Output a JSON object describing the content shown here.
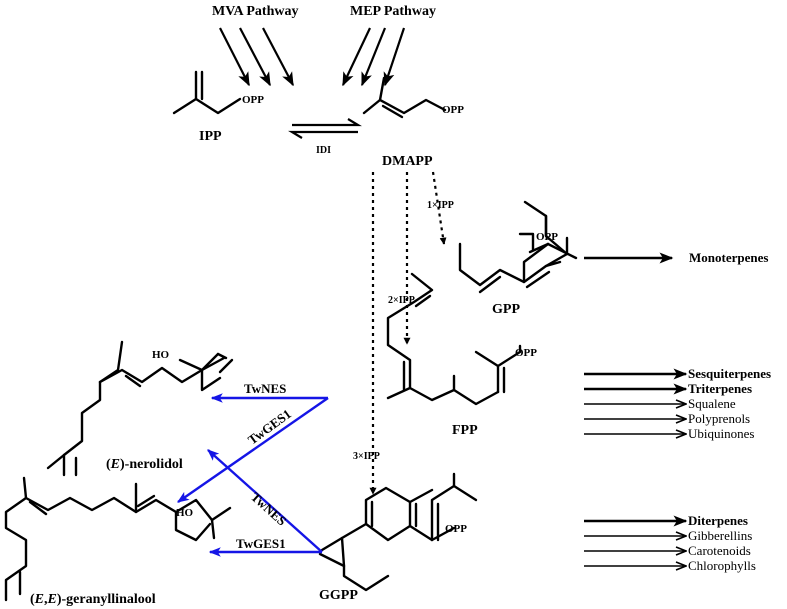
{
  "pathways": {
    "mva": "MVA Pathway",
    "mep": "MEP Pathway"
  },
  "compounds": {
    "ipp": "IPP",
    "dmapp": "DMAPP",
    "gpp": "GPP",
    "fpp": "FPP",
    "ggpp": "GGPP",
    "opp": "OPP",
    "ho": "HO",
    "nerolidol_prefix": "(",
    "nerolidol_italic": "E",
    "nerolidol_suffix": ")-nerolidol",
    "geranyl_prefix": "(",
    "geranyl_italic1": "E",
    "geranyl_comma": ",",
    "geranyl_italic2": "E",
    "geranyl_suffix": ")-geranyllinalool"
  },
  "enzymes": {
    "idi": "IDI",
    "twnes": "TwNES",
    "twges1": "TwGES1"
  },
  "additions": {
    "one": "1×IPP",
    "two": "2×IPP",
    "three": "3×IPP"
  },
  "products": {
    "monoterpenes": "Monoterpenes",
    "fpp_group": [
      "Sesquiterpenes",
      "Triterpenes",
      "Squalene",
      "Polyprenols",
      "Ubiquinones"
    ],
    "ggpp_group": [
      "Diterpenes",
      "Gibberellins",
      "Carotenoids",
      "Chlorophylls"
    ]
  },
  "colors": {
    "enzyme_arrows": "#1515e6",
    "structure": "#000000"
  }
}
